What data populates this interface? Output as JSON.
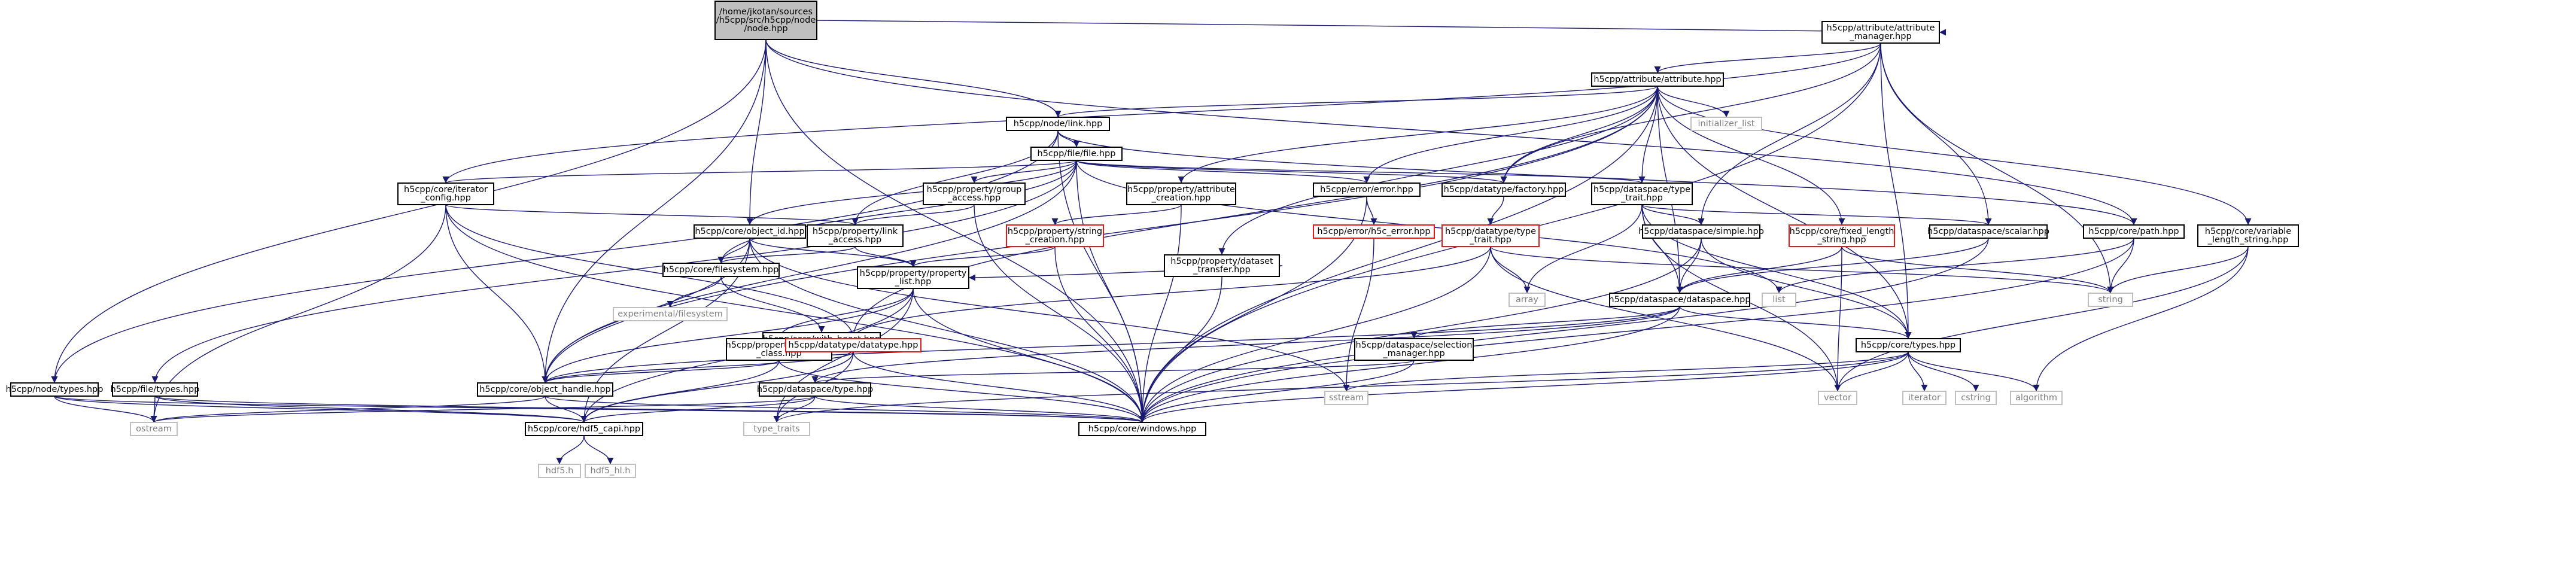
{
  "diagram": {
    "root": [
      "/home/jkotan/sources",
      "/h5cpp/src/h5cpp/node",
      "/node.hpp"
    ],
    "nodes": [
      {
        "id": "n_attrmgr",
        "lines": [
          "h5cpp/attribute/attribute",
          "_manager.hpp"
        ]
      },
      {
        "id": "n_attr",
        "lines": [
          "h5cpp/attribute/attribute.hpp"
        ]
      },
      {
        "id": "n_link",
        "lines": [
          "h5cpp/node/link.hpp"
        ]
      },
      {
        "id": "n_init",
        "lines": [
          "initializer_list"
        ]
      },
      {
        "id": "n_file",
        "lines": [
          "h5cpp/file/file.hpp"
        ]
      },
      {
        "id": "n_iter",
        "lines": [
          "h5cpp/core/iterator",
          "_config.hpp"
        ]
      },
      {
        "id": "n_group",
        "lines": [
          "h5cpp/property/group",
          "_access.hpp"
        ]
      },
      {
        "id": "n_pattr",
        "lines": [
          "h5cpp/property/attribute",
          "_creation.hpp"
        ]
      },
      {
        "id": "n_error",
        "lines": [
          "h5cpp/error/error.hpp"
        ]
      },
      {
        "id": "n_factory",
        "lines": [
          "h5cpp/datatype/factory.hpp"
        ]
      },
      {
        "id": "n_dstrait",
        "lines": [
          "h5cpp/dataspace/type",
          "_trait.hpp"
        ]
      },
      {
        "id": "n_objid",
        "lines": [
          "h5cpp/core/object_id.hpp"
        ]
      },
      {
        "id": "n_plink",
        "lines": [
          "h5cpp/property/link",
          "_access.hpp"
        ]
      },
      {
        "id": "n_pstring",
        "lines": [
          "h5cpp/property/string",
          "_creation.hpp"
        ]
      },
      {
        "id": "n_h5cerr",
        "lines": [
          "h5cpp/error/h5c_error.hpp"
        ]
      },
      {
        "id": "n_dttrait",
        "lines": [
          "h5cpp/datatype/type",
          "_trait.hpp"
        ]
      },
      {
        "id": "n_simple",
        "lines": [
          "h5cpp/dataspace/simple.hpp"
        ]
      },
      {
        "id": "n_fixed",
        "lines": [
          "h5cpp/core/fixed_length",
          "_string.hpp"
        ]
      },
      {
        "id": "n_scalar",
        "lines": [
          "h5cpp/dataspace/scalar.hpp"
        ]
      },
      {
        "id": "n_path",
        "lines": [
          "h5cpp/core/path.hpp"
        ]
      },
      {
        "id": "n_varlen",
        "lines": [
          "h5cpp/core/variable",
          "_length_string.hpp"
        ]
      },
      {
        "id": "n_pdataset",
        "lines": [
          "h5cpp/property/dataset",
          "_transfer.hpp"
        ]
      },
      {
        "id": "n_fs",
        "lines": [
          "h5cpp/core/filesystem.hpp"
        ]
      },
      {
        "id": "n_plist",
        "lines": [
          "h5cpp/property/property",
          "_list.hpp"
        ]
      },
      {
        "id": "n_array",
        "lines": [
          "array"
        ]
      },
      {
        "id": "n_dataspace",
        "lines": [
          "h5cpp/dataspace/dataspace.hpp"
        ]
      },
      {
        "id": "n_list",
        "lines": [
          "list"
        ]
      },
      {
        "id": "n_string",
        "lines": [
          "string"
        ]
      },
      {
        "id": "n_expfs",
        "lines": [
          "experimental/filesystem"
        ]
      },
      {
        "id": "n_boost",
        "lines": [
          "h5cpp/core/with_boost.hpp"
        ]
      },
      {
        "id": "n_pclass",
        "lines": [
          "h5cpp/property/property",
          "_class.hpp"
        ]
      },
      {
        "id": "n_datatype",
        "lines": [
          "h5cpp/datatype/datatype.hpp"
        ]
      },
      {
        "id": "n_selmgr",
        "lines": [
          "h5cpp/dataspace/selection",
          "_manager.hpp"
        ]
      },
      {
        "id": "n_types",
        "lines": [
          "h5cpp/core/types.hpp"
        ]
      },
      {
        "id": "n_nodetypes",
        "lines": [
          "h5cpp/node/types.hpp"
        ]
      },
      {
        "id": "n_filetypes",
        "lines": [
          "h5cpp/file/types.hpp"
        ]
      },
      {
        "id": "n_objhandle",
        "lines": [
          "h5cpp/core/object_handle.hpp"
        ]
      },
      {
        "id": "n_dstype",
        "lines": [
          "h5cpp/dataspace/type.hpp"
        ]
      },
      {
        "id": "n_sstream",
        "lines": [
          "sstream"
        ]
      },
      {
        "id": "n_vector",
        "lines": [
          "vector"
        ]
      },
      {
        "id": "n_iterator",
        "lines": [
          "iterator"
        ]
      },
      {
        "id": "n_cstring",
        "lines": [
          "cstring"
        ]
      },
      {
        "id": "n_algorithm",
        "lines": [
          "algorithm"
        ]
      },
      {
        "id": "n_ostream",
        "lines": [
          "ostream"
        ]
      },
      {
        "id": "n_typetraits",
        "lines": [
          "type_traits"
        ]
      },
      {
        "id": "n_windows",
        "lines": [
          "h5cpp/core/windows.hpp"
        ]
      },
      {
        "id": "n_capi",
        "lines": [
          "h5cpp/core/hdf5_capi.hpp"
        ]
      },
      {
        "id": "n_hdf5h",
        "lines": [
          "hdf5.h"
        ]
      },
      {
        "id": "n_hdf5hl",
        "lines": [
          "hdf5_hl.h"
        ]
      }
    ],
    "edges": [
      [
        "root",
        "n_attrmgr"
      ],
      [
        "root",
        "n_link"
      ],
      [
        "root",
        "n_objid"
      ],
      [
        "root",
        "n_nodetypes"
      ],
      [
        "root",
        "n_objhandle"
      ],
      [
        "root",
        "n_windows"
      ],
      [
        "root",
        "n_path"
      ],
      [
        "n_attrmgr",
        "n_attr"
      ],
      [
        "n_attrmgr",
        "n_iter"
      ],
      [
        "n_attrmgr",
        "n_factory"
      ],
      [
        "n_attrmgr",
        "n_simple"
      ],
      [
        "n_attrmgr",
        "n_scalar"
      ],
      [
        "n_attrmgr",
        "n_string"
      ],
      [
        "n_attrmgr",
        "n_types"
      ],
      [
        "n_attrmgr",
        "n_windows"
      ],
      [
        "n_attr",
        "n_link"
      ],
      [
        "n_attr",
        "n_init"
      ],
      [
        "n_attr",
        "n_pattr"
      ],
      [
        "n_attr",
        "n_error"
      ],
      [
        "n_attr",
        "n_factory"
      ],
      [
        "n_attr",
        "n_dstrait"
      ],
      [
        "n_attr",
        "n_fixed"
      ],
      [
        "n_attr",
        "n_varlen"
      ],
      [
        "n_attr",
        "n_dataspace"
      ],
      [
        "n_attr",
        "n_datatype"
      ],
      [
        "n_attr",
        "n_objhandle"
      ],
      [
        "n_attr",
        "n_windows"
      ],
      [
        "n_attr",
        "n_pdataset"
      ],
      [
        "n_attr",
        "n_types"
      ],
      [
        "n_link",
        "n_file"
      ],
      [
        "n_link",
        "n_plink"
      ],
      [
        "n_link",
        "n_path"
      ],
      [
        "n_link",
        "n_windows"
      ],
      [
        "n_link",
        "n_nodetypes"
      ],
      [
        "n_file",
        "n_iter"
      ],
      [
        "n_file",
        "n_group"
      ],
      [
        "n_file",
        "n_objid"
      ],
      [
        "n_file",
        "n_fs"
      ],
      [
        "n_file",
        "n_filetypes"
      ],
      [
        "n_file",
        "n_objhandle"
      ],
      [
        "n_file",
        "n_windows"
      ],
      [
        "n_file",
        "n_error"
      ],
      [
        "n_file",
        "n_factory"
      ],
      [
        "n_file",
        "n_dstrait"
      ],
      [
        "n_file",
        "n_list"
      ],
      [
        "n_iter",
        "n_ostream"
      ],
      [
        "n_iter",
        "n_objhandle"
      ],
      [
        "n_iter",
        "n_windows"
      ],
      [
        "n_iter",
        "n_datatype"
      ],
      [
        "n_iter",
        "n_plink"
      ],
      [
        "n_group",
        "n_plink"
      ],
      [
        "n_group",
        "n_windows"
      ],
      [
        "n_pattr",
        "n_pstring"
      ],
      [
        "n_pattr",
        "n_windows"
      ],
      [
        "n_error",
        "n_h5cerr"
      ],
      [
        "n_error",
        "n_windows"
      ],
      [
        "n_h5cerr",
        "n_sstream"
      ],
      [
        "n_factory",
        "n_dttrait"
      ],
      [
        "n_dstrait",
        "n_simple"
      ],
      [
        "n_dstrait",
        "n_scalar"
      ],
      [
        "n_dstrait",
        "n_dataspace"
      ],
      [
        "n_dstrait",
        "n_array"
      ],
      [
        "n_dstrait",
        "n_vector"
      ],
      [
        "n_dstrait",
        "n_types"
      ],
      [
        "n_objid",
        "n_fs"
      ],
      [
        "n_objid",
        "n_plist"
      ],
      [
        "n_objid",
        "n_objhandle"
      ],
      [
        "n_objid",
        "n_windows"
      ],
      [
        "n_objid",
        "n_capi"
      ],
      [
        "n_objid",
        "n_sstream"
      ],
      [
        "n_plink",
        "n_plist"
      ],
      [
        "n_plink",
        "n_fs"
      ],
      [
        "n_pstring",
        "n_plist"
      ],
      [
        "n_pstring",
        "n_windows"
      ],
      [
        "n_dttrait",
        "n_datatype"
      ],
      [
        "n_dttrait",
        "n_array"
      ],
      [
        "n_dttrait",
        "n_string"
      ],
      [
        "n_dttrait",
        "n_vector"
      ],
      [
        "n_dttrait",
        "n_windows"
      ],
      [
        "n_simple",
        "n_dataspace"
      ],
      [
        "n_simple",
        "n_types"
      ],
      [
        "n_simple",
        "n_windows"
      ],
      [
        "n_fixed",
        "n_dataspace"
      ],
      [
        "n_fixed",
        "n_vector"
      ],
      [
        "n_fixed",
        "n_string"
      ],
      [
        "n_scalar",
        "n_dataspace"
      ],
      [
        "n_scalar",
        "n_windows"
      ],
      [
        "n_path",
        "n_list"
      ],
      [
        "n_path",
        "n_string"
      ],
      [
        "n_path",
        "n_windows"
      ],
      [
        "n_varlen",
        "n_string"
      ],
      [
        "n_varlen",
        "n_vector"
      ],
      [
        "n_varlen",
        "n_algorithm"
      ],
      [
        "n_pdataset",
        "n_plist"
      ],
      [
        "n_pdataset",
        "n_windows"
      ],
      [
        "n_fs",
        "n_expfs"
      ],
      [
        "n_fs",
        "n_boost"
      ],
      [
        "n_plist",
        "n_pclass"
      ],
      [
        "n_plist",
        "n_objhandle"
      ],
      [
        "n_plist",
        "n_capi"
      ],
      [
        "n_plist",
        "n_windows"
      ],
      [
        "n_plist",
        "n_typetraits"
      ],
      [
        "n_dataspace",
        "n_selmgr"
      ],
      [
        "n_dataspace",
        "n_dstype"
      ],
      [
        "n_dataspace",
        "n_objhandle"
      ],
      [
        "n_dataspace",
        "n_windows"
      ],
      [
        "n_dataspace",
        "n_types"
      ],
      [
        "n_pclass",
        "n_objhandle"
      ],
      [
        "n_pclass",
        "n_windows"
      ],
      [
        "n_pclass",
        "n_capi"
      ],
      [
        "n_datatype",
        "n_objhandle"
      ],
      [
        "n_datatype",
        "n_windows"
      ],
      [
        "n_datatype",
        "n_capi"
      ],
      [
        "n_datatype",
        "n_typetraits"
      ],
      [
        "n_selmgr",
        "n_dstype"
      ],
      [
        "n_selmgr",
        "n_windows"
      ],
      [
        "n_types",
        "n_sstream"
      ],
      [
        "n_types",
        "n_vector"
      ],
      [
        "n_types",
        "n_iterator"
      ],
      [
        "n_types",
        "n_cstring"
      ],
      [
        "n_types",
        "n_algorithm"
      ],
      [
        "n_types",
        "n_windows"
      ],
      [
        "n_types",
        "n_typetraits"
      ],
      [
        "n_nodetypes",
        "n_ostream"
      ],
      [
        "n_nodetypes",
        "n_windows"
      ],
      [
        "n_nodetypes",
        "n_capi"
      ],
      [
        "n_filetypes",
        "n_ostream"
      ],
      [
        "n_filetypes",
        "n_windows"
      ],
      [
        "n_filetypes",
        "n_capi"
      ],
      [
        "n_objhandle",
        "n_capi"
      ],
      [
        "n_objhandle",
        "n_windows"
      ],
      [
        "n_objhandle",
        "n_ostream"
      ],
      [
        "n_dstype",
        "n_capi"
      ],
      [
        "n_dstype",
        "n_windows"
      ],
      [
        "n_dstype",
        "n_typetraits"
      ],
      [
        "n_dstype",
        "n_ostream"
      ],
      [
        "n_capi",
        "n_hdf5h"
      ],
      [
        "n_capi",
        "n_hdf5hl"
      ]
    ]
  }
}
